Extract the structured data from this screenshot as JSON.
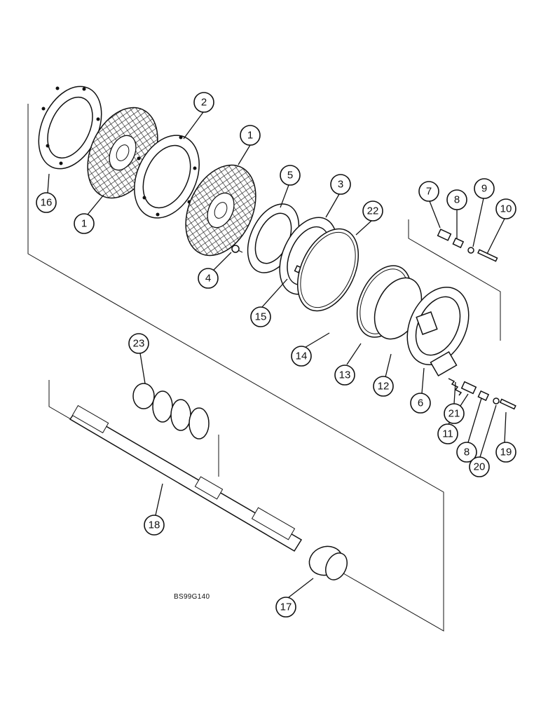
{
  "diagram": {
    "drawing_code": "BS99G140",
    "callouts": [
      "16",
      "1",
      "2",
      "1",
      "4",
      "5",
      "15",
      "3",
      "22",
      "14",
      "13",
      "12",
      "6",
      "7",
      "8",
      "9",
      "10",
      "21",
      "11",
      "8",
      "20",
      "19",
      "23",
      "18",
      "17"
    ]
  }
}
